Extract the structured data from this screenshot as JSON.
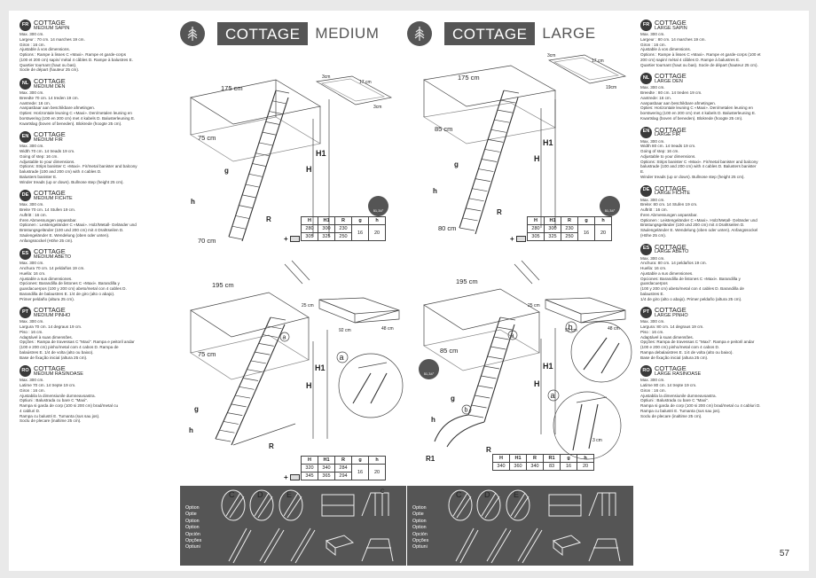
{
  "page_number": "57",
  "left_col": [
    {
      "code": "FR",
      "title": "COTTAGE",
      "sub": "MEDIUM SAPIN",
      "lines": [
        "Max. 300 cm.",
        "Largeur : 70 cm. 14 marches 19 cm.",
        "Giron : 16 cm.",
        "Ajustable à vos dimensions.",
        "Options : Rampe à lisses C «Maxi». Rampe et garde-corps",
        "(100 et 200 cm) sapin/ métal 4 câbles D. Rampe à balustres E.",
        "Quartier tournant (haut ou bas).",
        "Socle de départ (hauteur 25 cm)."
      ]
    },
    {
      "code": "NL",
      "title": "COTTAGE",
      "sub": "MEDIUM DEN",
      "lines": [
        "Max. 300 cm.",
        "Breedte 70 cm. 14 treden 19 cm.",
        "Aantrede: 16 cm.",
        "Aanpasbaar aan beschikbare afmetingen.",
        "Opties: Horizontale leuning C «Maxi». Den/metalen leuning en",
        "borstwering (100 en 200 cm) met 4 kabels D. Balusterleuning E.",
        "Kwartslag (boven of beneden). Blokrede (hoogte 25 cm)."
      ]
    },
    {
      "code": "EN",
      "title": "COTTAGE",
      "sub": "MEDIUM FIR",
      "lines": [
        "Max. 300 cm.",
        "Width 70 cm. 14 treads 19 cm.",
        "Going of step: 16 cm.",
        "Adjustable to your dimensions.",
        "Options: Strips banister C «Maxi». Fir/metal banister and balcony",
        "balustrade (100 and 200 cm) with 4 cables D.",
        "Balusters banister E.",
        "Winder treads (up or down). Bullnose step (height 25 cm)."
      ]
    },
    {
      "code": "DE",
      "title": "COTTAGE",
      "sub": "MEDIUM FICHTE",
      "lines": [
        "Max. 300 cm.",
        "Breite 70 cm. 14 Stufen 19 cm.",
        "Auftritt : 16 cm.",
        "Ihren Abmessungen anpassbar.",
        "Optionen : Leistengeländer C «Maxi». Holz/Metall- Geländer und",
        "Brüstungsgeländer (100 und 200 cm) mit 4 Drahtseilen D.",
        "Säulengeländer E. Wendelung (oben oder unten).",
        "Anfangssockel (Höhe 25 cm)."
      ]
    },
    {
      "code": "ES",
      "title": "COTTAGE",
      "sub": "MEDIUM ABETO",
      "lines": [
        "Max. 300 cm.",
        "Anchura 70 cm. 14 peldaños 19 cm.",
        "Huella: 16 cm.",
        "Ajustable a sus dimensiones.",
        "Opciones: Barandilla de listones C «Maxi». Barandilla y",
        "guardacuerpos (100 y 200 cm) abeto/metal con 4 cables D.",
        "Barandilla de balaustres E. 1/4 de giro (alto o abajo).",
        "Primer peldaño (altura 25 cm)."
      ]
    },
    {
      "code": "PT",
      "title": "COTTAGE",
      "sub": "MEDIUM PINHO",
      "lines": [
        "Max. 300 cm.",
        "Largura 70 cm. 14 degraus 19 cm.",
        "Piso : 16 cm.",
        "Adaptável à suas dimensões.",
        "Opções : Rampa de travessas C \"Maxi\". Rampa e peitoril andar",
        "(100 e 200 cm) pinho/metal com 4 cabos D. Rampa de",
        "balaústres E. 1/4 de volta (alto ou baixo).",
        "Base de fixação inicial (altura 25 cm)."
      ]
    },
    {
      "code": "RO",
      "title": "COTTAGE",
      "sub": "MEDIUM RASINOASE",
      "lines": [
        "Max. 300 cm.",
        "Latime 70 cm. 14 trepte 19 cm.",
        "Giron : 16 cm.",
        "Ajustabila la dimensiunile dumneavoastra.",
        "Optiuni : Balustrada cu bare C \"Maxi\".",
        "Rampa si garda de corp (100 si 200 cm) brad/metal cu",
        "4 cabluri D.",
        "Rampa cu balustri E. Tumanta (sus sau jos).",
        "Soclu de plecare  (inaltime 25 cm)."
      ]
    }
  ],
  "right_col": [
    {
      "code": "FR",
      "title": "COTTAGE",
      "sub": "LARGE SAPIN",
      "lines": [
        "Max. 300 cm.",
        "Largeur : 80 cm. 14 marches 19 cm.",
        "Giron : 16 cm.",
        "Ajustable à vos dimensions.",
        "Options : Rampe à lisses C «Maxi». Rampe et garde-corps (100 et",
        "200 cm) sapin/ métal 4 câbles D. Rampe à balustres E.",
        "Quartier tournant (haut ou bas). Socle de départ (hauteur 25 cm)."
      ]
    },
    {
      "code": "NL",
      "title": "COTTAGE",
      "sub": "LARGE DEN",
      "lines": [
        "Max. 300 cm.",
        "Breedte : 80 cm. 14 treden 19 cm.",
        "Aantrede: 16 cm.",
        "Aanpasbaar aan beschikbare afmetingen.",
        "Opties: Horizontale leuning C «Maxi». Den/metalen leuning en",
        "borstwering (100 en 200 cm) met 4 kabels D. Balusterleuning E.",
        "Kwartslag (boven of beneden). Blokrede (hoogte 25 cm)."
      ]
    },
    {
      "code": "EN",
      "title": "COTTAGE",
      "sub": "LARGE FIR",
      "lines": [
        "Max. 300 cm.",
        "Width 80 cm. 14 treads 19 cm.",
        "Going of step: 16 cm.",
        "Adjustable to your dimensions.",
        "Options: Strips banister C «Maxi». Fir/metal banister and balcony",
        "balustrade (100 and 200 cm) with 4 cables D. Balusters banister",
        "E.",
        "Winder treads (up or down). Bullnose step (height 25 cm)."
      ]
    },
    {
      "code": "DE",
      "title": "COTTAGE",
      "sub": "LARGE FICHTE",
      "lines": [
        "Max. 300 cm.",
        "Breite: 80 cm. 14 Stufen 19 cm.",
        "Auftritt : 16 cm.",
        "Ihren Abmessungen anpassbar.",
        "Optionen : Leistengeländer C «Maxi». Holz/Metall- Geländer und",
        "Brüstungsgeländer (100 und 200 cm) mit 4 Drahtseilen D.",
        "Säulengeländer E. Wendelung (oben oder unten). Anfangssockel",
        "(Höhe 25 cm)."
      ]
    },
    {
      "code": "ES",
      "title": "COTTAGE",
      "sub": "LARGE ABETO",
      "lines": [
        "Max. 300 cm.",
        "Anchura: 80 cm. 14 peldaños 19 cm.",
        "Huella: 16 cm.",
        "Ajustable a sus dimensiones.",
        "Opciones: Barandilla de listones C «Maxi». Barandilla y",
        "guardacuerpos",
        "(100 y 200 cm) abeto/metal con 4 cables D. Barandilla de",
        "balaustres E.",
        "1/4 de giro (alto o abajo). Primer peldaño (altura 25 cm)."
      ]
    },
    {
      "code": "PT",
      "title": "COTTAGE",
      "sub": "LARGE PINHO",
      "lines": [
        "Max. 300 cm.",
        "Largura: 80 cm. 14 degraus 19 cm.",
        "Piso : 16 cm.",
        "Adaptável à suas dimensões.",
        "Opções: Rampa de travessas C \"Maxi\". Rampa e peitoril andar",
        "(100 e 200 cm) pinho/metal com 4 cabos D.",
        "Rampa debalaústres E. 1/4 de volta (alto ou baixo).",
        "Base de fixação inicial (altura 25 cm)."
      ]
    },
    {
      "code": "RO",
      "title": "COTTAGE",
      "sub": "LARGE RASINOASE",
      "lines": [
        "Max. 300 cm.",
        "Latime 80 cm. 14 trepte 19 cm.",
        "Giron : 16 cm.",
        "Ajustabila la dimensiunile dumneavoastra.",
        "Optiuni : Balustrada cu bare C \"Maxi\".",
        "Rampa si garda de corp (100 si 200 cm) brad/metal cu 4 cabluri D.",
        "Rampa cu balustri E. Tumanta (sus sau jos).",
        "Soclu de plecare  (inaltime 25 cm)."
      ]
    }
  ],
  "medium": {
    "badge": "COTTAGE",
    "size": "MEDIUM",
    "angle": "51,34°",
    "d1": {
      "top": "175 cm",
      "side": "75 cm",
      "bottom": "70 cm",
      "labels": {
        "H1": "H1",
        "H": "H",
        "g": "g",
        "h": "h",
        "R": "R"
      },
      "plan": {
        "a": "3cm",
        "b": "17 cm",
        "c": "3cm"
      }
    },
    "table1": {
      "head": [
        "H",
        "H1",
        "R",
        "g",
        "h"
      ],
      "rows": [
        [
          "280",
          "300",
          "230"
        ],
        [
          "305",
          "325",
          "250"
        ]
      ],
      "g": "16",
      "h": "20"
    },
    "table1_plus": "+",
    "d2": {
      "top": "195 cm",
      "side": "75 cm",
      "plan": {
        "a": "25 cm",
        "b": "92 cm",
        "c": "48 cm"
      },
      "mark": "a",
      "labels": {
        "H1": "H1",
        "H": "H",
        "g": "g",
        "h": "h",
        "R": "R"
      }
    },
    "table2": {
      "head": [
        "H",
        "H1",
        "R",
        "g",
        "h"
      ],
      "rows": [
        [
          "320",
          "340",
          "284"
        ],
        [
          "345",
          "365",
          "294"
        ]
      ],
      "g": "16",
      "h": "20"
    },
    "table2_plus": "+",
    "circle_mark": "a"
  },
  "large": {
    "badge": "COTTAGE",
    "size": "LARGE",
    "angle": "51,34°",
    "d1": {
      "top": "175 cm",
      "side": "85 cm",
      "bottom": "80 cm",
      "labels": {
        "H1": "H1",
        "H": "H",
        "g": "g",
        "h": "h",
        "R": "R"
      },
      "plan": {
        "a": "3cm",
        "b": "17 cm",
        "c": "19cm"
      }
    },
    "table1": {
      "head": [
        "H",
        "H1",
        "R",
        "g",
        "h"
      ],
      "rows": [
        [
          "280",
          "300",
          "230"
        ],
        [
          "305",
          "325",
          "250"
        ]
      ],
      "g": "16",
      "h": "20"
    },
    "table1_plus": "+",
    "d2": {
      "top": "195 cm",
      "side": "85 cm",
      "plan": {
        "a": "25 cm",
        "b": "92 cm",
        "c": "48 cm"
      },
      "mark_a": "a",
      "mark_b": "b",
      "labels": {
        "H1": "H1",
        "H": "H",
        "g": "g",
        "h": "h",
        "R": "R",
        "R1": "R1"
      }
    },
    "table2": {
      "head": [
        "H",
        "H1",
        "R",
        "R1",
        "g",
        "h"
      ],
      "row": [
        "340",
        "360",
        "340",
        "83",
        "16",
        "20"
      ]
    },
    "circle_b": "b",
    "circle_a": "a",
    "circle_a_note": "3 cm"
  },
  "options_panel": {
    "labels": [
      "Option",
      "Optie",
      "Option",
      "Option",
      "Opción",
      "Opções",
      "Optiuni"
    ],
    "c": "C",
    "d": "D",
    "e": "E",
    "c_top": "C"
  }
}
